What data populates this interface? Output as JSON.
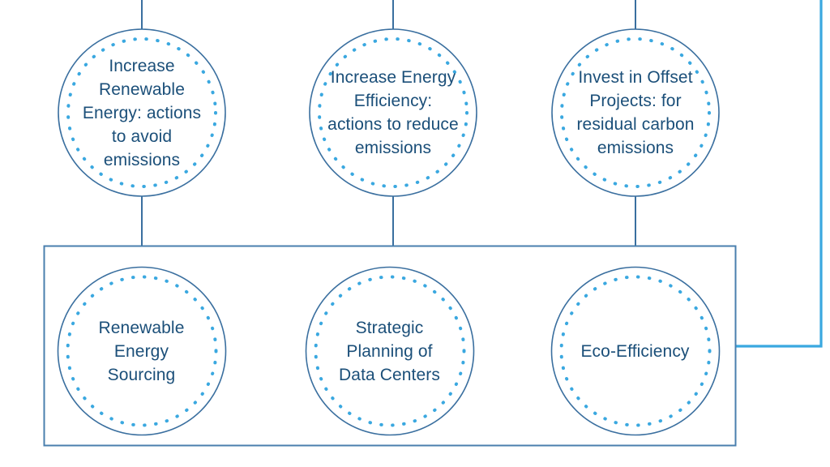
{
  "diagram": {
    "type": "flow-diagram",
    "colors": {
      "text": "#1b4f79",
      "circle_outline": "#3a6f9f",
      "dotted_ring": "#3aa8e0",
      "connector": "#3a6f9f",
      "group_box": "#4a7fae",
      "highlight_line": "#3aa8e0",
      "background": "#ffffff"
    },
    "top_row": {
      "name": "strategy-nodes",
      "nodes": [
        {
          "id": "increase-renewable-energy",
          "label": "Increase\nRenewable\nEnergy: actions\nto avoid\nemissions"
        },
        {
          "id": "increase-energy-efficiency",
          "label": "Increase Energy\nEfficiency:\nactions to reduce\nemissions"
        },
        {
          "id": "invest-in-offset-projects",
          "label": "Invest in Offset\nProjects: for\nresidual carbon\nemissions"
        }
      ]
    },
    "bottom_row": {
      "name": "action-group",
      "nodes": [
        {
          "id": "renewable-energy-sourcing",
          "label": "Renewable\nEnergy\nSourcing"
        },
        {
          "id": "strategic-planning-of-data-centers",
          "label": "Strategic\nPlanning of\nData Centers"
        },
        {
          "id": "eco-efficiency",
          "label": "Eco-Efficiency"
        }
      ]
    },
    "connectors": [
      {
        "id": "top-stem-1",
        "from": "top-edge",
        "to": "increase-renewable-energy"
      },
      {
        "id": "top-stem-2",
        "from": "top-edge",
        "to": "increase-energy-efficiency"
      },
      {
        "id": "top-stem-3",
        "from": "top-edge",
        "to": "invest-in-offset-projects"
      },
      {
        "id": "link-1",
        "from": "increase-renewable-energy",
        "to": "action-group"
      },
      {
        "id": "link-2",
        "from": "increase-energy-efficiency",
        "to": "action-group"
      },
      {
        "id": "link-3",
        "from": "invest-in-offset-projects",
        "to": "action-group"
      },
      {
        "id": "right-branch",
        "from": "action-group",
        "to": "right-edge"
      }
    ]
  }
}
